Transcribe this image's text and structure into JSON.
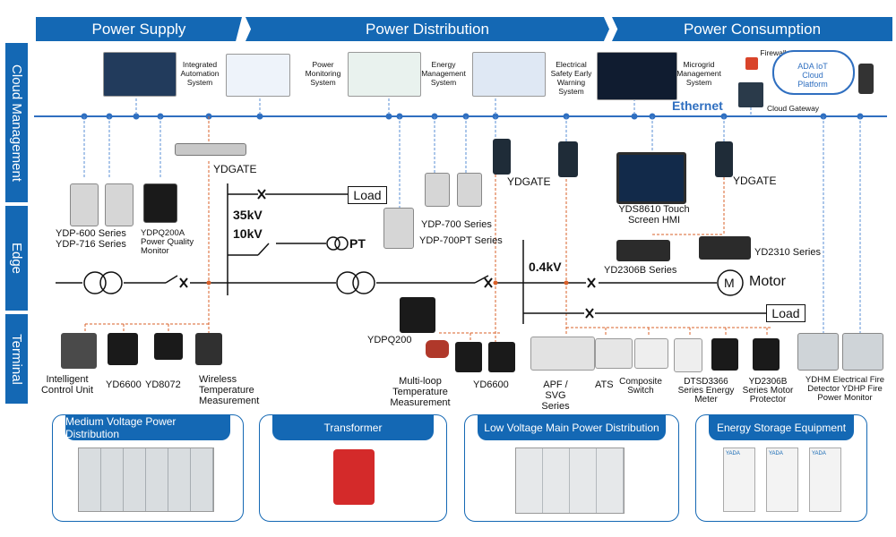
{
  "banners": {
    "supply": "Power Supply",
    "distribution": "Power Distribution",
    "consumption": "Power Consumption"
  },
  "layers": {
    "cloud": "Cloud Management",
    "edge": "Edge",
    "terminal": "Terminal"
  },
  "systems": {
    "integrated": "Integrated Automation System",
    "monitoring": "Power Monitoring System",
    "energy": "Energy Management System",
    "safety": "Electrical Safety Early Warning System",
    "microgrid": "Microgrid Management System",
    "firewall": "Firewall",
    "cloud_platform": "ADA IoT Cloud Platform",
    "cloud_gateway": "Cloud Gateway",
    "ethernet": "Ethernet"
  },
  "edge": {
    "ydgate_left": "YDGATE",
    "ydp600": "YDP-600 Series",
    "ydp716": "YDP-716 Series",
    "ydpq200a": "YDPQ200A Power Quality Monitor",
    "kv35": "35kV",
    "kv10": "10kV",
    "load1": "Load",
    "pt": "PT",
    "ydp700": "YDP-700 Series",
    "ydp700pt": "YDP-700PT Series",
    "ydgate_mid": "YDGATE",
    "ydgate_right": "YDGATE",
    "yds8610": "YDS8610 Touch Screen HMI",
    "yd2310": "YD2310 Series",
    "yd2306b": "YD2306B Series",
    "kv04": "0.4kV",
    "motor_symbol": "M",
    "motor": "Motor",
    "load2": "Load"
  },
  "terminal": {
    "icu": "Intelligent Control Unit",
    "yd6600a": "YD6600",
    "yd8072": "YD8072",
    "wireless": "Wireless Temperature Measurement",
    "ydpq200": "YDPQ200",
    "multiloop": "Multi-loop Temperature Measurement",
    "yd6600b": "YD6600",
    "apf": "APF / SVG Series",
    "ats": "ATS",
    "composite": "Composite Switch",
    "dtsd": "DTSD3366 Series Energy Meter",
    "yd2306b_motor": "YD2306B Series Motor Protector",
    "ydhm": "YDHM Electrical Fire Detector YDHP Fire Power Monitor"
  },
  "cards": {
    "mv": "Medium Voltage Power Distribution",
    "transformer": "Transformer",
    "lv": "Low Voltage Main Power Distribution",
    "storage": "Energy Storage Equipment",
    "storage_logo": "YADA"
  },
  "colors": {
    "brand_blue": "#1468b4",
    "ethernet_blue": "#2f6fc0",
    "link_dashed_blue": "#5a8fd6",
    "link_dashed_orange": "#d9602a",
    "transformer_red": "#d42a2a"
  }
}
